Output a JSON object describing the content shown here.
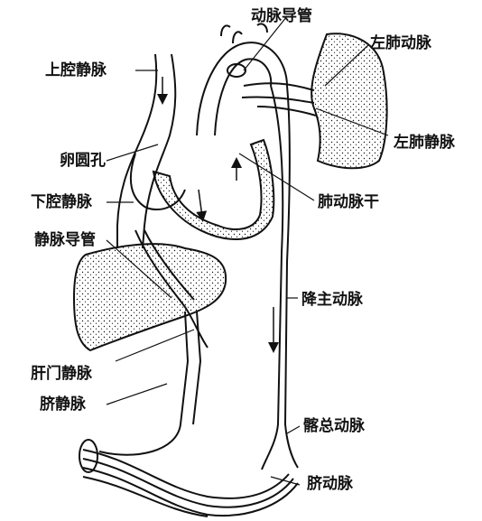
{
  "labels": {
    "ductus_arteriosus": "动脉导管",
    "left_pulmonary_artery": "左肺动脉",
    "superior_vena_cava": "上腔静脉",
    "left_pulmonary_vein": "左肺静脉",
    "foramen_ovale": "卵圆孔",
    "inferior_vena_cava": "下腔静脉",
    "pulmonary_trunk": "肺动脉干",
    "ductus_venosus": "静脉导管",
    "descending_aorta": "降主动脉",
    "hepatic_portal_vein": "肝门静脉",
    "umbilical_vein": "脐静脉",
    "common_iliac_artery": "髂总动脉",
    "umbilical_artery": "脐动脉"
  },
  "colors": {
    "ink": "#111111",
    "paper": "#ffffff"
  }
}
